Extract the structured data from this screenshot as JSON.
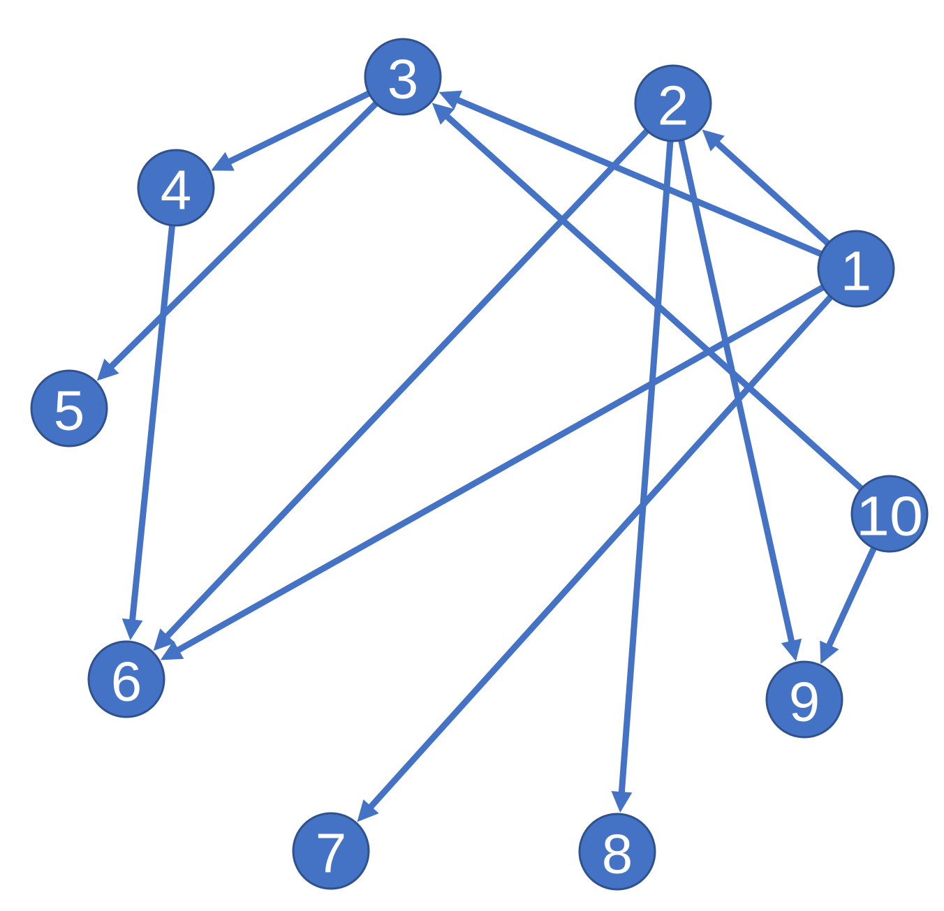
{
  "graph": {
    "node_color": "#4472C4",
    "node_border_color": "#2F528F",
    "edge_color": "#4472C4",
    "label_color": "#FFFFFF",
    "nodes": [
      {
        "id": "1",
        "label": "1"
      },
      {
        "id": "2",
        "label": "2"
      },
      {
        "id": "3",
        "label": "3"
      },
      {
        "id": "4",
        "label": "4"
      },
      {
        "id": "5",
        "label": "5"
      },
      {
        "id": "6",
        "label": "6"
      },
      {
        "id": "7",
        "label": "7"
      },
      {
        "id": "8",
        "label": "8"
      },
      {
        "id": "9",
        "label": "9"
      },
      {
        "id": "10",
        "label": "10"
      }
    ],
    "edges": [
      {
        "from": "1",
        "to": "2"
      },
      {
        "from": "1",
        "to": "3"
      },
      {
        "from": "1",
        "to": "6"
      },
      {
        "from": "1",
        "to": "7"
      },
      {
        "from": "2",
        "to": "6"
      },
      {
        "from": "2",
        "to": "8"
      },
      {
        "from": "2",
        "to": "9"
      },
      {
        "from": "3",
        "to": "4"
      },
      {
        "from": "3",
        "to": "5"
      },
      {
        "from": "4",
        "to": "6"
      },
      {
        "from": "10",
        "to": "3"
      },
      {
        "from": "10",
        "to": "9"
      }
    ]
  }
}
